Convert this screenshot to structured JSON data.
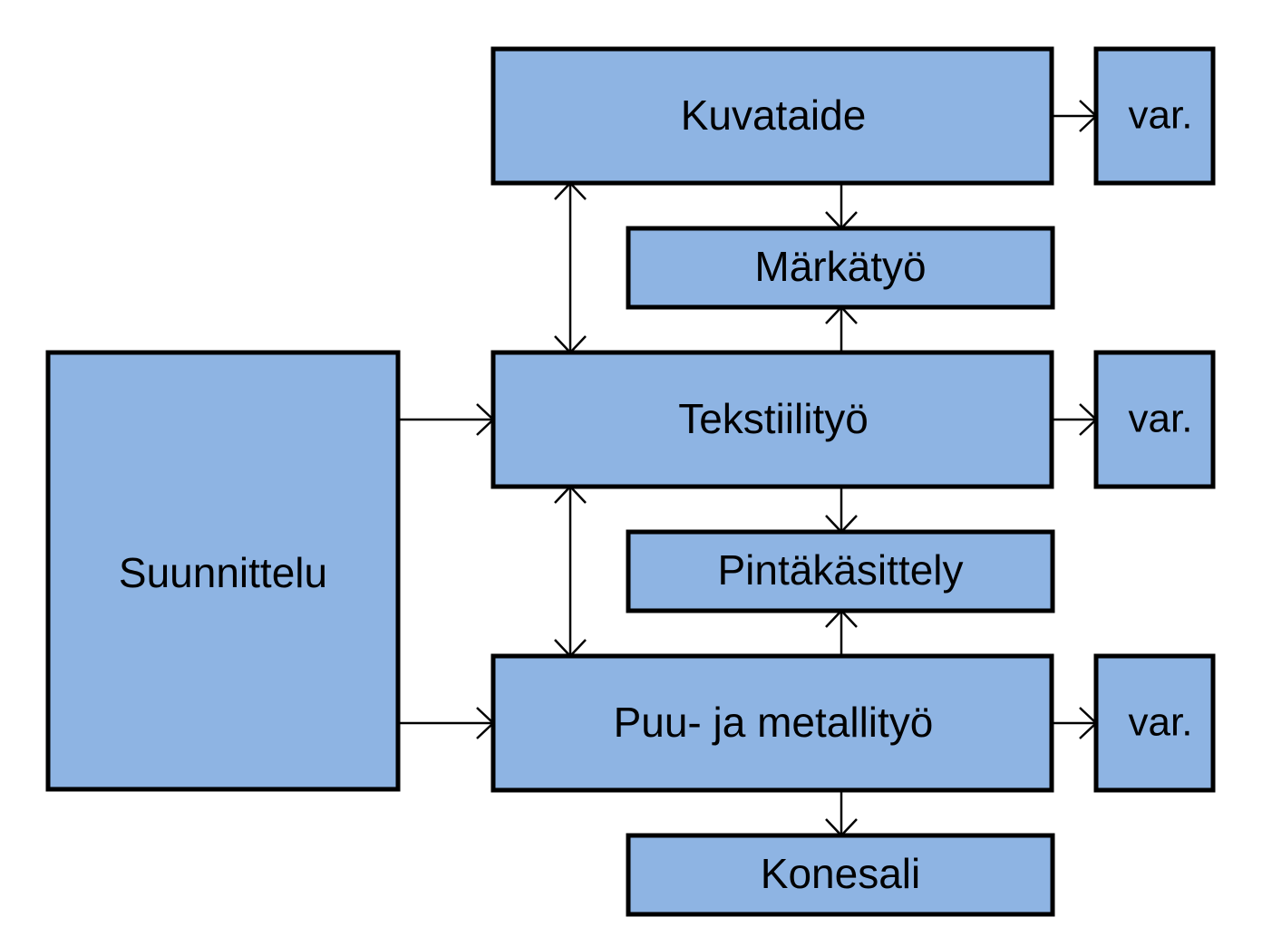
{
  "colors": {
    "box_fill": "#8eb4e3",
    "box_border": "#000000",
    "line": "#000000"
  },
  "nodes": {
    "suunnittelu": "Suunnittelu",
    "kuvataide": "Kuvataide",
    "markatyo": "Märkätyö",
    "tekstiilityo": "Tekstiilityö",
    "pintakasittely": "Pintäkäsittely",
    "puu_metalli": "Puu- ja metallityö",
    "konesali": "Konesali",
    "var_1": "var.",
    "var_2": "var.",
    "var_3": "var."
  }
}
